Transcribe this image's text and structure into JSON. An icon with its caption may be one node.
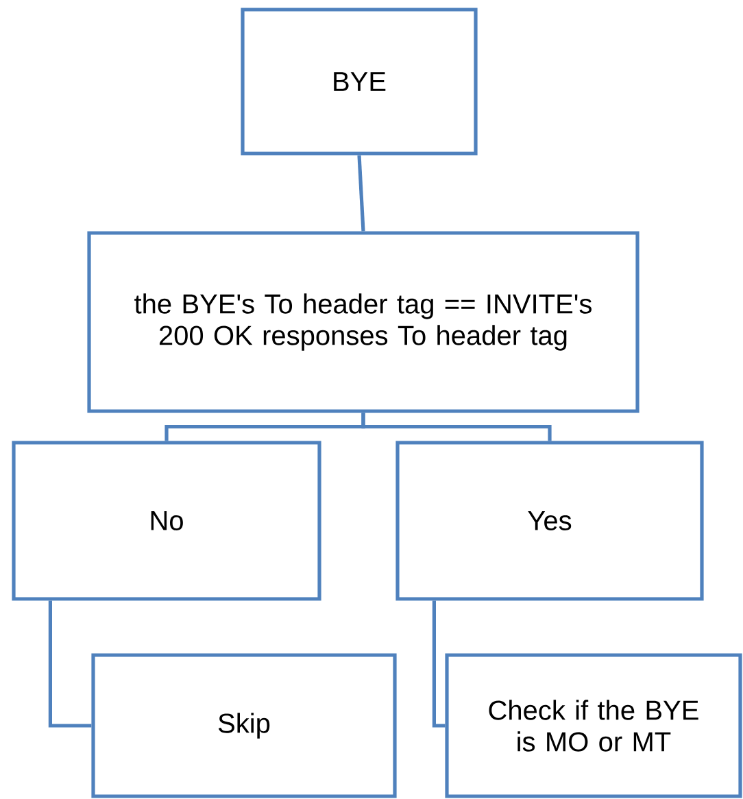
{
  "diagram": {
    "nodes": [
      {
        "text": [
          "BYE"
        ]
      },
      {
        "text": [
          "the BYE's To header tag == INVITE's 200 OK responses To header tag"
        ]
      },
      {
        "text": [
          "No"
        ]
      },
      {
        "text": [
          "Yes"
        ]
      },
      {
        "text": [
          "Skip"
        ]
      },
      {
        "text": [
          "Check if the BYE is MO or MT"
        ]
      }
    ],
    "edges": [
      {
        "from": 0,
        "to": 1,
        "arrow": "none"
      },
      {
        "from": 1,
        "to": 2,
        "arrow": "none"
      },
      {
        "from": 1,
        "to": 3,
        "arrow": "none"
      },
      {
        "from": 2,
        "to": 4,
        "arrow": "none"
      },
      {
        "from": 3,
        "to": 5,
        "arrow": "none"
      }
    ]
  }
}
